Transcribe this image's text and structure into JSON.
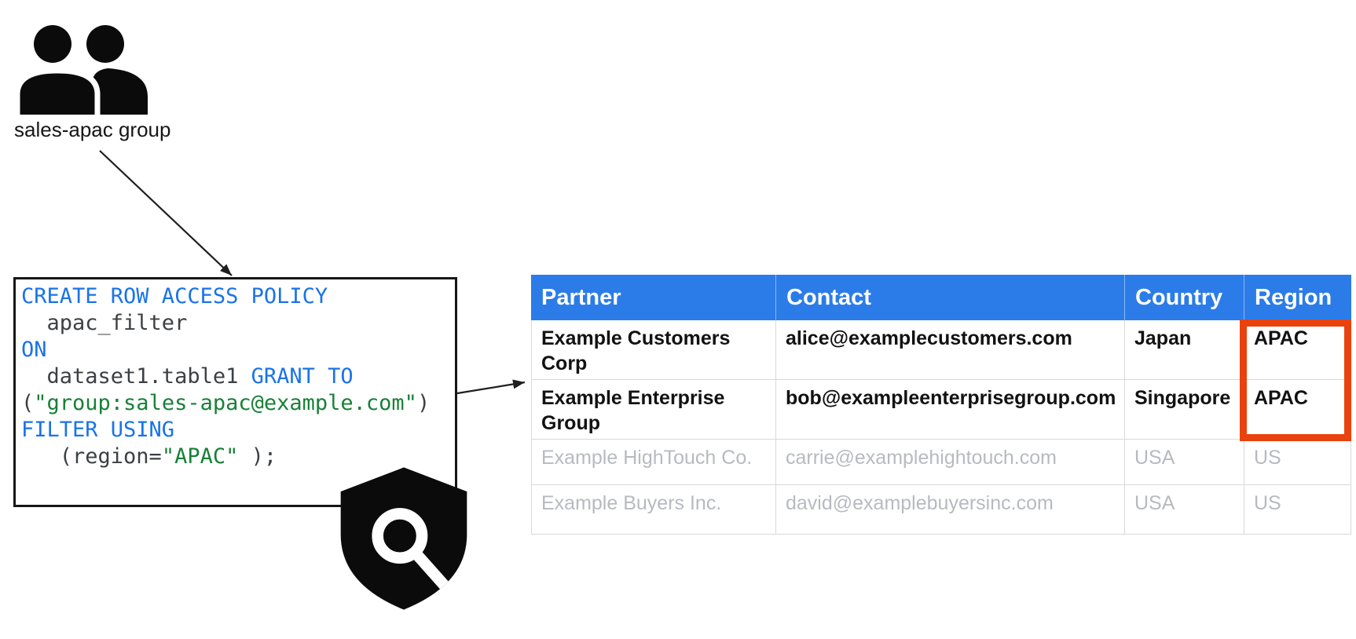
{
  "colors": {
    "header_blue": "#2b7ce8",
    "highlight_red": "#ea420e",
    "code_keyword_blue": "#1a73e8",
    "code_string_green": "#188038",
    "code_plain_dark": "#3c4043",
    "muted_row_gray": "#b7bac0"
  },
  "group": {
    "icon": "people-icon",
    "label": "sales-apac group"
  },
  "policy_code": {
    "icon": "shield-search-icon",
    "lines": [
      {
        "segments": [
          {
            "kind": "keyword",
            "text": "CREATE ROW ACCESS POLICY"
          }
        ]
      },
      {
        "segments": [
          {
            "kind": "plain",
            "text": "  apac_filter"
          }
        ]
      },
      {
        "segments": [
          {
            "kind": "keyword",
            "text": "ON"
          }
        ]
      },
      {
        "segments": [
          {
            "kind": "plain",
            "text": "  dataset1.table1 "
          },
          {
            "kind": "keyword",
            "text": "GRANT TO"
          }
        ]
      },
      {
        "segments": [
          {
            "kind": "plain",
            "text": "("
          },
          {
            "kind": "string",
            "text": "\"group:sales-apac@example.com\""
          },
          {
            "kind": "plain",
            "text": ")"
          }
        ]
      },
      {
        "segments": [
          {
            "kind": "keyword",
            "text": "FILTER USING"
          }
        ]
      },
      {
        "segments": [
          {
            "kind": "plain",
            "text": "   (region="
          },
          {
            "kind": "string",
            "text": "\"APAC\""
          },
          {
            "kind": "plain",
            "text": " );"
          }
        ]
      }
    ]
  },
  "table": {
    "columns": [
      "Partner",
      "Contact",
      "Country",
      "Region"
    ],
    "rows": [
      {
        "partner": "Example Customers Corp",
        "contact": "alice@examplecustomers.com",
        "country": "Japan",
        "region": "APAC",
        "state": "granted"
      },
      {
        "partner": "Example Enterprise Group",
        "contact": "bob@exampleenterprisegroup.com",
        "country": "Singapore",
        "region": "APAC",
        "state": "granted"
      },
      {
        "partner": "Example HighTouch Co.",
        "contact": "carrie@examplehightouch.com",
        "country": "USA",
        "region": "US",
        "state": "filtered"
      },
      {
        "partner": "Example Buyers Inc.",
        "contact": "david@examplebuyersinc.com",
        "country": "USA",
        "region": "US",
        "state": "filtered"
      }
    ],
    "highlight": {
      "column": "Region",
      "highlighted_values": [
        "APAC",
        "APAC"
      ]
    }
  }
}
